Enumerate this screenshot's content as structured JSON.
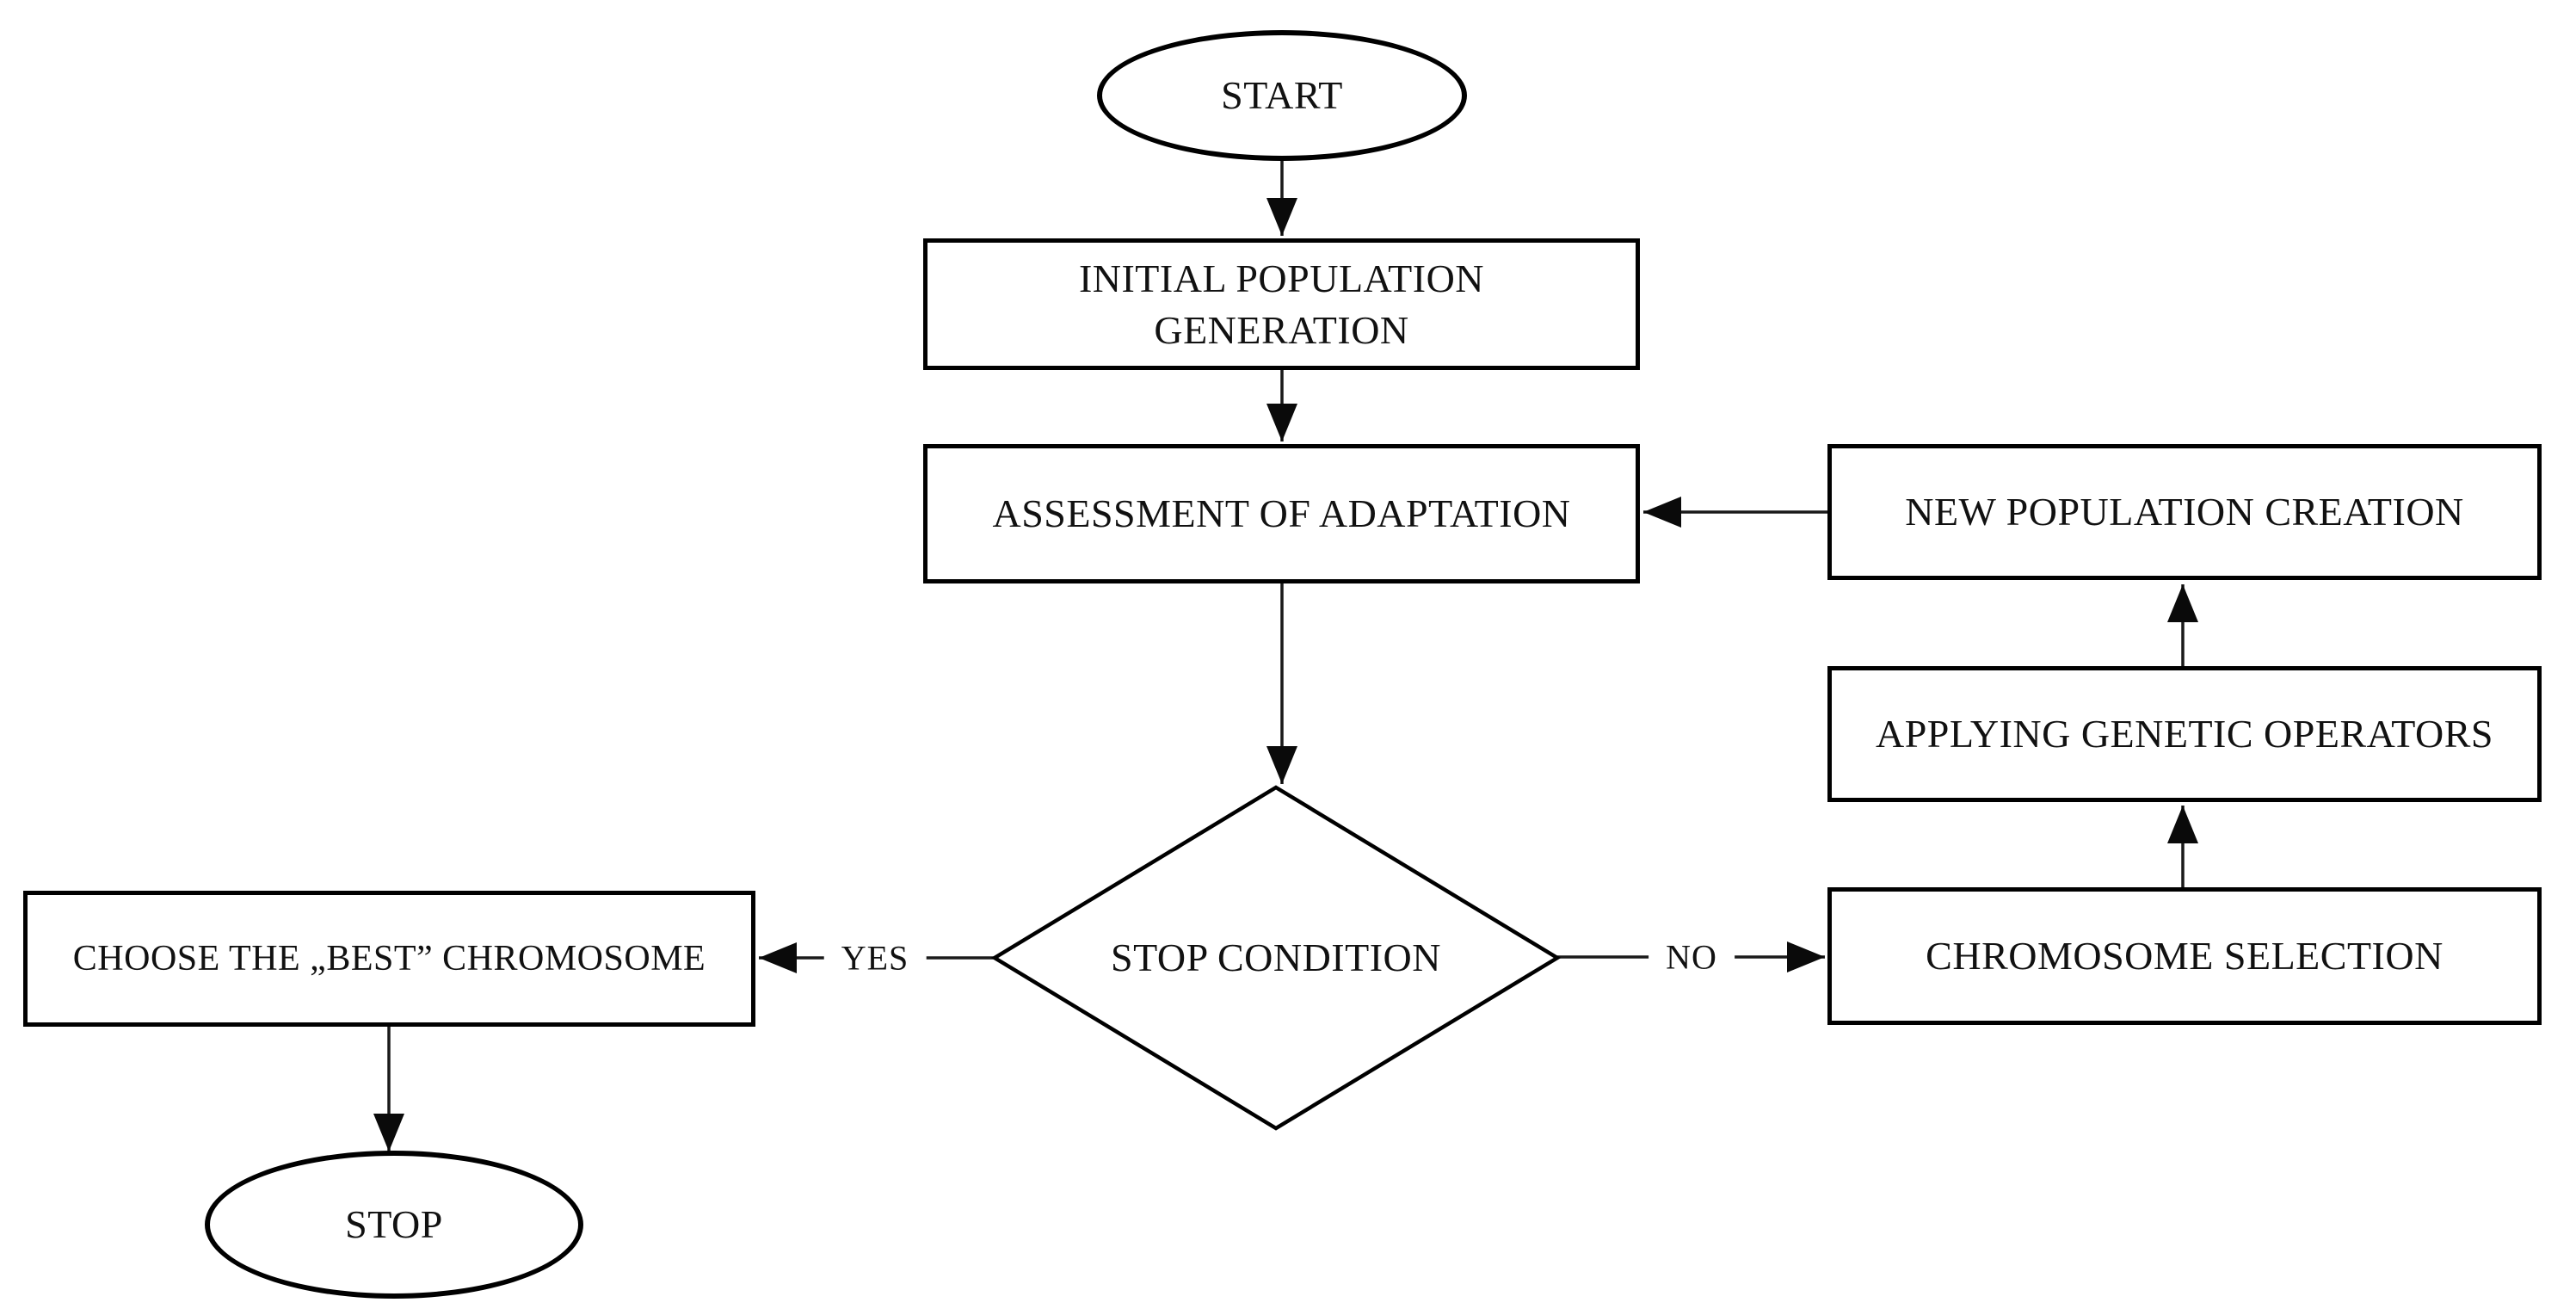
{
  "diagram": {
    "type": "flowchart",
    "topic": "Genetic algorithm flowchart",
    "colors": {
      "stroke": "#000000",
      "fill": "#ffffff",
      "text": "#111111"
    },
    "nodes": {
      "start": {
        "shape": "terminator",
        "label": "START"
      },
      "initial_population_generation": {
        "shape": "process",
        "label": "INITIAL POPULATION GENERATION",
        "label_lines": [
          "INITIAL POPULATION",
          "GENERATION"
        ]
      },
      "assessment_of_adaptation": {
        "shape": "process",
        "label": "ASSESSMENT OF ADAPTATION"
      },
      "stop_condition": {
        "shape": "decision",
        "label": "STOP CONDITION"
      },
      "choose_best_chromosome": {
        "shape": "process",
        "label": "CHOOSE THE „BEST” CHROMOSOME"
      },
      "stop": {
        "shape": "terminator",
        "label": "STOP"
      },
      "chromosome_selection": {
        "shape": "process",
        "label": "CHROMOSOME SELECTION"
      },
      "applying_genetic_operators": {
        "shape": "process",
        "label": "APPLYING GENETIC OPERATORS"
      },
      "new_population_creation": {
        "shape": "process",
        "label": "NEW POPULATION CREATION"
      }
    },
    "edges": [
      {
        "from": "start",
        "to": "initial_population_generation",
        "label": ""
      },
      {
        "from": "initial_population_generation",
        "to": "assessment_of_adaptation",
        "label": ""
      },
      {
        "from": "assessment_of_adaptation",
        "to": "stop_condition",
        "label": ""
      },
      {
        "from": "stop_condition",
        "to": "choose_best_chromosome",
        "label": "YES"
      },
      {
        "from": "choose_best_chromosome",
        "to": "stop",
        "label": ""
      },
      {
        "from": "stop_condition",
        "to": "chromosome_selection",
        "label": "NO"
      },
      {
        "from": "chromosome_selection",
        "to": "applying_genetic_operators",
        "label": ""
      },
      {
        "from": "applying_genetic_operators",
        "to": "new_population_creation",
        "label": ""
      },
      {
        "from": "new_population_creation",
        "to": "assessment_of_adaptation",
        "label": ""
      }
    ]
  }
}
